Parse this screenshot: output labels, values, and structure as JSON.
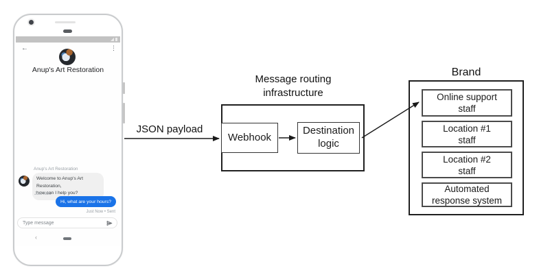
{
  "phone": {
    "statusbar": {
      "signal_icon": "signal-triangle",
      "battery_icon": "battery"
    },
    "header": {
      "back_icon": "←",
      "menu_icon": "⋮",
      "title": "Anup's Art Restoration"
    },
    "chat": {
      "sender_label": "Anup's Art Restoration",
      "incoming": {
        "text": "Welcome to Anup's Art Restoration,\nhow can I help you?",
        "time": "Just Now"
      },
      "outgoing": {
        "text": "Hi, what are your hours?",
        "time": "Just Now • Sent"
      }
    },
    "composer": {
      "placeholder": "Type message",
      "send_icon": "send-arrow"
    },
    "nav": {
      "back_icon": "‹",
      "home_icon": "home-pill"
    }
  },
  "diagram": {
    "payload_label": "JSON payload",
    "routing_title": "Message routing\ninfrastructure",
    "webhook_label": "Webhook",
    "destination_label": "Destination\nlogic",
    "brand_title": "Brand",
    "brand_items": [
      "Online support\nstaff",
      "Location #1\nstaff",
      "Location #2\nstaff",
      "Automated\nresponse system"
    ]
  },
  "colors": {
    "outgoing_bubble": "#1a73e8",
    "incoming_bubble": "#f0f0f0",
    "statusbar": "#c2c2c2",
    "box_border": "#1f1f1f",
    "arrow": "#1a1a1a"
  }
}
